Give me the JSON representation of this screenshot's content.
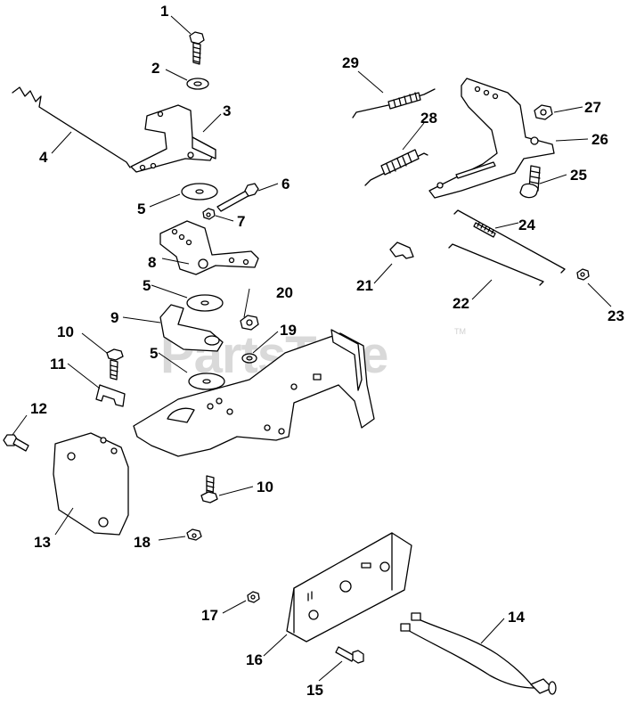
{
  "watermark": {
    "text": "PartsTree",
    "trademark": "TM"
  },
  "callouts": [
    {
      "id": "c1",
      "label": "1"
    },
    {
      "id": "c2",
      "label": "2"
    },
    {
      "id": "c3",
      "label": "3"
    },
    {
      "id": "c4",
      "label": "4"
    },
    {
      "id": "c5a",
      "label": "5"
    },
    {
      "id": "c5b",
      "label": "5"
    },
    {
      "id": "c5c",
      "label": "5"
    },
    {
      "id": "c6",
      "label": "6"
    },
    {
      "id": "c7",
      "label": "7"
    },
    {
      "id": "c8",
      "label": "8"
    },
    {
      "id": "c9",
      "label": "9"
    },
    {
      "id": "c10a",
      "label": "10"
    },
    {
      "id": "c10b",
      "label": "10"
    },
    {
      "id": "c11",
      "label": "11"
    },
    {
      "id": "c12",
      "label": "12"
    },
    {
      "id": "c13",
      "label": "13"
    },
    {
      "id": "c14",
      "label": "14"
    },
    {
      "id": "c15",
      "label": "15"
    },
    {
      "id": "c16",
      "label": "16"
    },
    {
      "id": "c17",
      "label": "17"
    },
    {
      "id": "c18",
      "label": "18"
    },
    {
      "id": "c19",
      "label": "19"
    },
    {
      "id": "c20",
      "label": "20"
    },
    {
      "id": "c21",
      "label": "21"
    },
    {
      "id": "c22",
      "label": "22"
    },
    {
      "id": "c23",
      "label": "23"
    },
    {
      "id": "c24",
      "label": "24"
    },
    {
      "id": "c25",
      "label": "25"
    },
    {
      "id": "c26",
      "label": "26"
    },
    {
      "id": "c27",
      "label": "27"
    },
    {
      "id": "c28",
      "label": "28"
    },
    {
      "id": "c29",
      "label": "29"
    }
  ]
}
